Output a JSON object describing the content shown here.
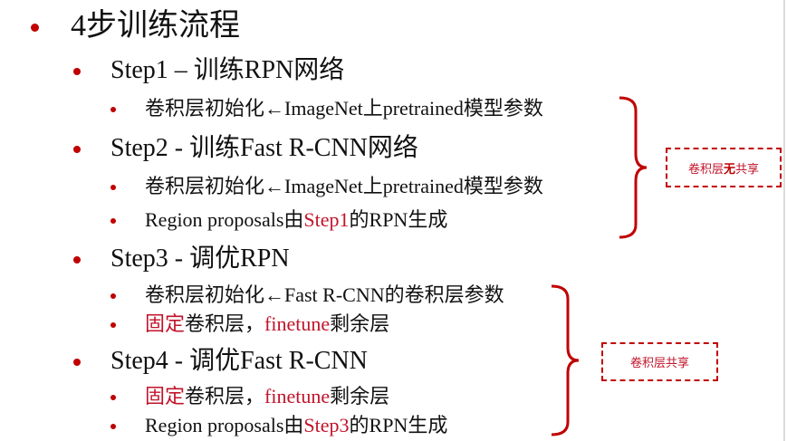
{
  "title": "4步训练流程",
  "steps": [
    {
      "heading": "Step1 – 训练RPN网络",
      "items": [
        {
          "parts": [
            {
              "text": "卷积层初始化←ImageNet上pretrained模型参数",
              "color": "black"
            }
          ]
        }
      ]
    },
    {
      "heading": "Step2 - 训练Fast R-CNN网络",
      "items": [
        {
          "parts": [
            {
              "text": "卷积层初始化←ImageNet上pretrained模型参数",
              "color": "black"
            }
          ]
        },
        {
          "parts": [
            {
              "text": "Region proposals由",
              "color": "black"
            },
            {
              "text": "Step1",
              "color": "red"
            },
            {
              "text": "的RPN生成",
              "color": "black"
            }
          ]
        }
      ]
    },
    {
      "heading": "Step3 - 调优RPN",
      "items": [
        {
          "parts": [
            {
              "text": "卷积层初始化←Fast R-CNN的卷积层参数",
              "color": "black"
            }
          ]
        },
        {
          "parts": [
            {
              "text": "固定",
              "color": "red"
            },
            {
              "text": "卷积层，",
              "color": "black"
            },
            {
              "text": "finetune",
              "color": "red"
            },
            {
              "text": "剩余层",
              "color": "black"
            }
          ]
        }
      ]
    },
    {
      "heading": "Step4 - 调优Fast R-CNN",
      "items": [
        {
          "parts": [
            {
              "text": "固定",
              "color": "red"
            },
            {
              "text": "卷积层，",
              "color": "black"
            },
            {
              "text": "finetune",
              "color": "red"
            },
            {
              "text": "剩余层",
              "color": "black"
            }
          ]
        },
        {
          "parts": [
            {
              "text": "Region proposals由",
              "color": "black"
            },
            {
              "text": "Step3",
              "color": "red"
            },
            {
              "text": "的RPN生成",
              "color": "black"
            }
          ]
        }
      ]
    }
  ],
  "annotations": [
    {
      "label_pre": "卷积层",
      "label_bold": "无",
      "label_post": "共享",
      "covers": "Step1-Step2"
    },
    {
      "label_pre": "卷积层共享",
      "label_bold": "",
      "label_post": "",
      "covers": "Step3-Step4"
    }
  ],
  "colors": {
    "bullet": "#c00000",
    "accent_text": "#c0142a",
    "text": "#111111",
    "brace": "#c00000"
  }
}
